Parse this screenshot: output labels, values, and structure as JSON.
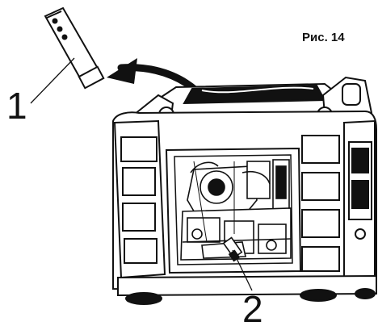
{
  "figure": {
    "caption": "Рис. 14",
    "callouts": [
      {
        "label": "1"
      },
      {
        "label": "2"
      }
    ]
  },
  "colors": {
    "line": "#111111",
    "fill_dark": "#1a1a1a",
    "fill_light": "#ffffff",
    "fill_mid": "#9a9a9a"
  },
  "icons": {
    "tool": "spark-plug-wrench-icon",
    "arrow": "curved-arrow-icon",
    "device": "inverter-generator-icon",
    "target": "spark-plug-icon"
  }
}
